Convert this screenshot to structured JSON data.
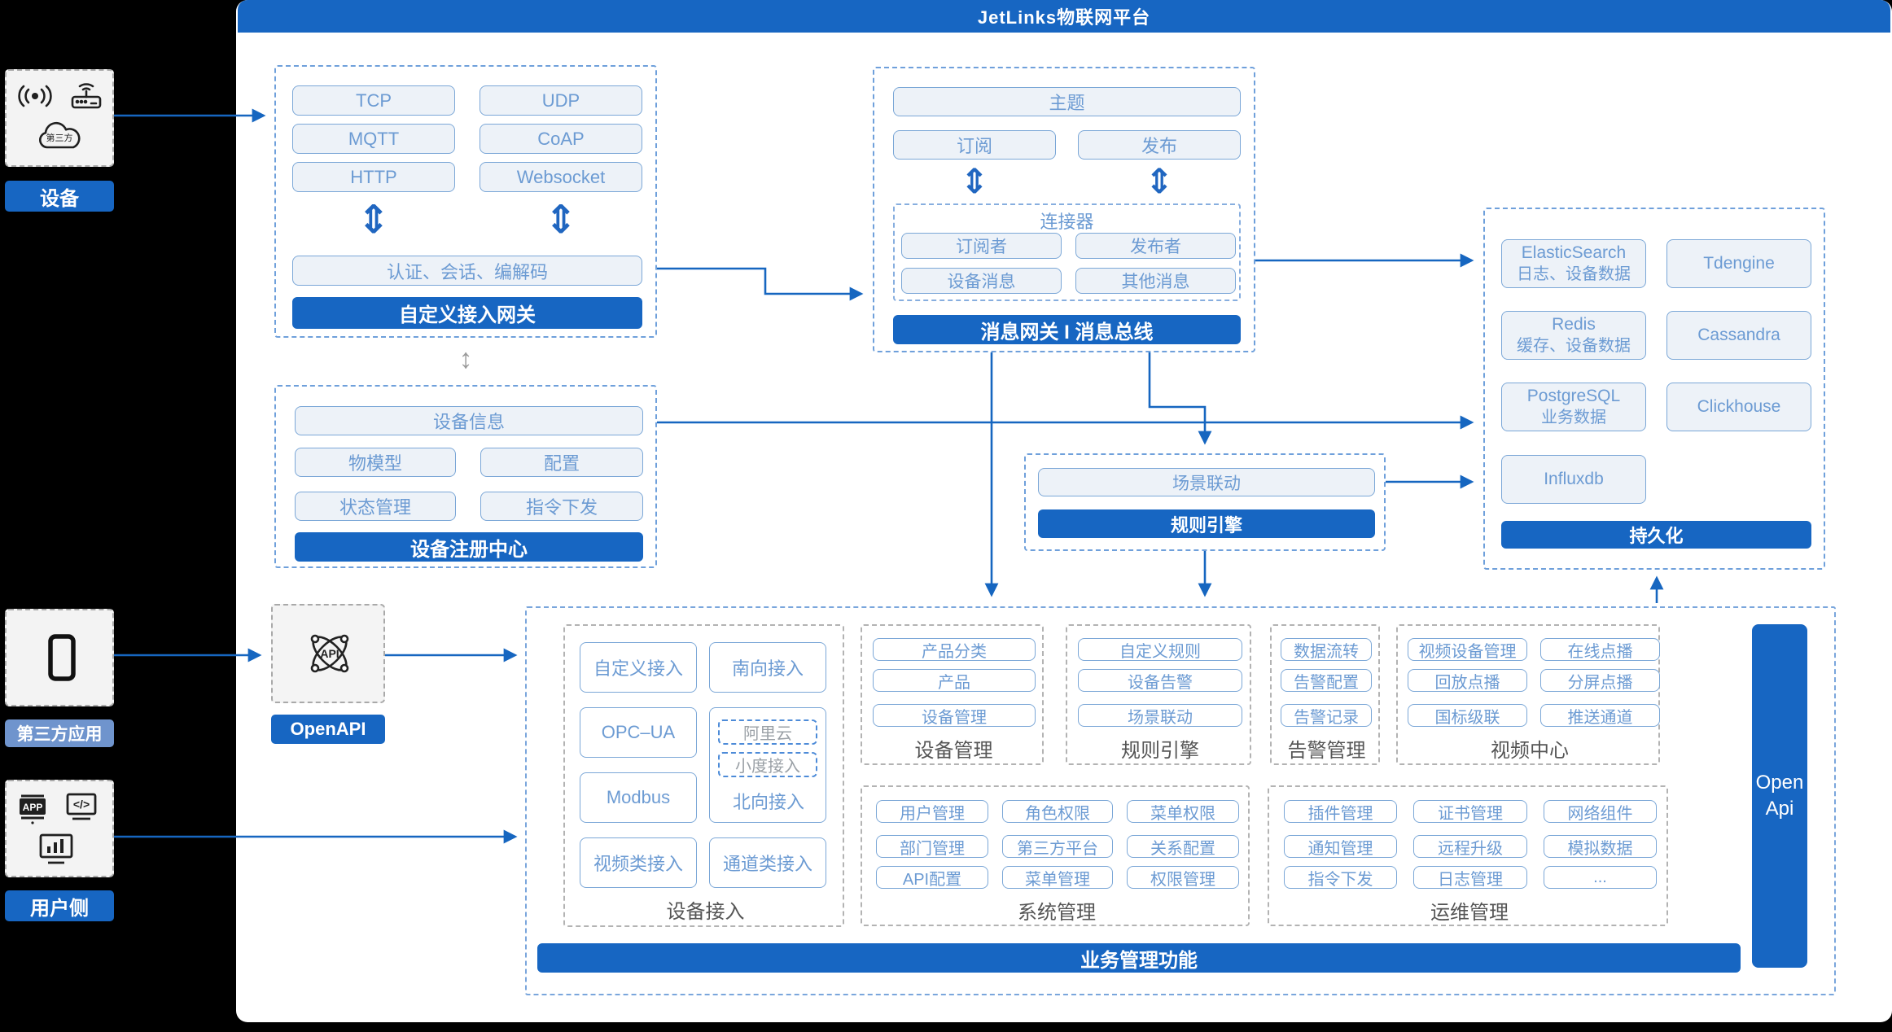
{
  "header": {
    "title": "JetLinks物联网平台"
  },
  "sidebar": {
    "device": {
      "label": "设备",
      "cloud_text": "第三方"
    },
    "third_party": {
      "label": "第三方应用"
    },
    "user": {
      "label": "用户侧"
    }
  },
  "protocol_box": {
    "pills": [
      "TCP",
      "UDP",
      "MQTT",
      "CoAP",
      "HTTP",
      "Websocket"
    ],
    "codec": "认证、会话、编解码",
    "footer": "自定义接入网关",
    "updown_arrow": "⇕"
  },
  "registry_box": {
    "device_info": "设备信息",
    "pills": [
      "物模型",
      "配置",
      "状态管理",
      "指令下发"
    ],
    "footer": "设备注册中心"
  },
  "message_box": {
    "topic": "主题",
    "subscribe": "订阅",
    "publish": "发布",
    "connector": {
      "title": "连接器",
      "pills": [
        "订阅者",
        "发布者",
        "设备消息",
        "其他消息"
      ]
    },
    "footer": "消息网关 I 消息总线",
    "updown_arrow": "⇕"
  },
  "persistence_box": {
    "es_line1": "ElasticSearch",
    "es_line2": "日志、设备数据",
    "tdengine": "Tdengine",
    "redis_line1": "Redis",
    "redis_line2": "缓存、设备数据",
    "cassandra": "Cassandra",
    "pg_line1": "PostgreSQL",
    "pg_line2": "业务数据",
    "clickhouse": "Clickhouse",
    "influxdb": "Influxdb",
    "footer": "持久化"
  },
  "rule_box": {
    "scene": "场景联动",
    "footer": "规则引擎"
  },
  "openapi": {
    "label": "OpenAPI",
    "icon_text": "API"
  },
  "misc": {
    "gray_updown_arrow": "↕"
  },
  "bottom": {
    "device_access": {
      "label": "设备接入",
      "items": [
        "自定义接入",
        "南向接入",
        "OPC–UA",
        "Modbus",
        "视频类接入",
        "通道类接入"
      ],
      "north": {
        "label": "北向接入",
        "aliyun": "阿里云",
        "xiaodu": "小度接入"
      }
    },
    "device_mgmt": {
      "label": "设备管理",
      "items": [
        "产品分类",
        "产品",
        "设备管理"
      ]
    },
    "rule_engine": {
      "label": "规则引擎",
      "items": [
        "自定义规则",
        "设备告警",
        "场景联动"
      ]
    },
    "alarm": {
      "label": "告警管理",
      "items": [
        "数据流转",
        "告警配置",
        "告警记录"
      ]
    },
    "video": {
      "label": "视频中心",
      "items": [
        "视频设备管理",
        "在线点播",
        "回放点播",
        "分屏点播",
        "国标级联",
        "推送通道"
      ]
    },
    "system": {
      "label": "系统管理",
      "items": [
        "用户管理",
        "角色权限",
        "菜单权限",
        "部门管理",
        "第三方平台",
        "关系配置",
        "API配置",
        "菜单管理",
        "权限管理"
      ]
    },
    "ops": {
      "label": "运维管理",
      "items": [
        "插件管理",
        "证书管理",
        "网络组件",
        "通知管理",
        "远程升级",
        "模拟数据",
        "指令下发",
        "日志管理",
        "..."
      ]
    },
    "openapi_bar": {
      "line1": "Open",
      "line2": "Api"
    },
    "footer": "业务管理功能"
  },
  "colors": {
    "primary": "#1766C2",
    "pill_text": "#6C9BD3",
    "pill_border": "#7BA7D7",
    "arrow": "#1666C0"
  }
}
